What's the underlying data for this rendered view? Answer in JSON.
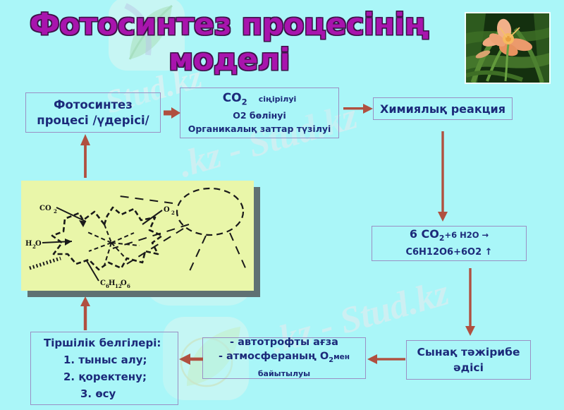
{
  "slide": {
    "background_color": "#aaf6f8",
    "title_line1": "Фотосинтез процесінің",
    "title_line2": "моделі",
    "title_color": "#a814ad",
    "accent_arrow_color": "#b05040",
    "box_border_color": "#9a8fc4",
    "box_text_color": "#1c2a7a",
    "diagram_panel_color": "#e9f6a9"
  },
  "watermark": {
    "text_1": ".kz - Stud.kz",
    "text_2": ".kz - Stud.kz",
    "text_3": "Stud.kz",
    "logo_name": "stud-kz-leaf-logo"
  },
  "photo": {
    "name": "daylily-flower-photo",
    "description": "Orange daylily flower among green foliage"
  },
  "boxes": {
    "photosynthesis": {
      "line1": "Фотосинтез",
      "line2": "процесі /үдерісі/"
    },
    "gas_exchange": {
      "formula": "CO",
      "formula_sub": "2",
      "line1_note": "сіңірілуі",
      "line2": "O2 бөлінуі",
      "line3": "Органикалық  заттар түзілуі"
    },
    "chem_reaction": {
      "label": "Химиялық реакция"
    },
    "equation": {
      "line1_main": "6  CO",
      "line1_sub": "2",
      "line1_rest": "+6 H2O →",
      "line2": "C6H12O6+6O2 ↑"
    },
    "experiment": {
      "line1": "Сынақ  тәжірибе",
      "line2": "әдісі"
    },
    "autotroph": {
      "line1": "- автотрофты ағза",
      "line2_main": "- атмосфераның O",
      "line2_sub": "2",
      "line2_rest": "мен",
      "line3": "байытылуы"
    },
    "life_signs": {
      "heading": "Тіршілік белгілері:",
      "item1": "1.    тыныс алу;",
      "item2": "2.    қоректену;",
      "item3": "3.   өсу"
    }
  },
  "diagram": {
    "name": "photosynthesis-leaf-diagram",
    "labels": {
      "co2": "CO₂",
      "o2": "O₂",
      "h2o": "H₂O",
      "glucose": "C₆H₁₂O₆"
    }
  },
  "arrows": [
    {
      "name": "arrow-photosynthesis-to-gas-exchange",
      "direction": "right"
    },
    {
      "name": "arrow-gas-exchange-to-chemical-reaction",
      "direction": "right"
    },
    {
      "name": "arrow-chemical-reaction-to-equation",
      "direction": "down"
    },
    {
      "name": "arrow-equation-to-experiment",
      "direction": "down"
    },
    {
      "name": "arrow-experiment-to-autotroph",
      "direction": "left"
    },
    {
      "name": "arrow-autotroph-to-life-signs",
      "direction": "left"
    },
    {
      "name": "arrow-life-signs-to-diagram",
      "direction": "up"
    },
    {
      "name": "arrow-diagram-to-photosynthesis",
      "direction": "up"
    }
  ]
}
